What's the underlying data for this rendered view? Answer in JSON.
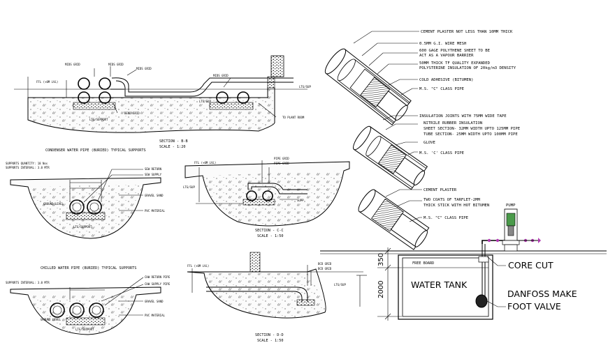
{
  "section_b": {
    "title": "SECTION - B-B",
    "scale": "SCALE - 1:20",
    "ffl": "FFL (+0M LVL)",
    "caption": "CONDENSER WATER PIPE (BURIED) TYPICAL SUPPORTS"
  },
  "condenser": {
    "support_qty": "SUPPORTS QUANTITY: 18 Nos",
    "support_interval": "SUPPORTS INTERVAL: 3.0 MTR"
  },
  "section_c": {
    "title": "SECTION - C-C",
    "scale": "SCALE - 1:50",
    "ffl": "FFL (+0M LVL)"
  },
  "chilled": {
    "caption": "CHILLED WATER PIPE (BURIED) TYPICAL SUPPORTS",
    "support_interval": "SUPPORTS INTERVAL: 3.0 MTR"
  },
  "section_d": {
    "title": "SECTION - D-D",
    "scale": "SCALE - 1:50",
    "ffl": "FFL (+0M LVL)"
  },
  "pipe_detail_1": [
    "CEMENT PLASTER NOT LESS THAN 10MM THICK",
    "0.5MM G.I. WIRE MESH",
    "600 GAGE POLYTHENE SHEET TO BE",
    "ACT AS A VAPOUR BARRIER",
    "50MM THICK TF QUALITY EXPANDED",
    "POLYSTERINE INSULATION OF 20kg/m3 DENSITY",
    "COLD ADHESIVE (BITUMEN)",
    "M.S. \"C\" CLASS PIPE"
  ],
  "pipe_detail_2": [
    "INSULATION JOINTS WITH 75MM WIDE TAPE",
    "NITRILE RUBBER INSULATION",
    "SHEET SECTION- 32MM WIDTH UPTO 125MM PIPE",
    "TUBE SECTION- 25MM WIDTH UPTO 100MM PIPE",
    "GLOVE",
    "M.S. 'C' CLASS PIPE"
  ],
  "pipe_detail_3": [
    "CEMENT PLASTER",
    "TWO COATS OF TARFLET-2MM",
    "THICK STICK WITH HOT BITUMEN",
    "M.S. \"C\" CLASS PIPE"
  ],
  "tank": {
    "pump": "PUMP",
    "free_board": "FREE BOARD",
    "water_tank": "WATER TANK",
    "core_cut": "CORE CUT",
    "danfoss": "DANFOSS MAKE",
    "foot_valve": "FOOT VALVE",
    "dim_top": "350",
    "dim_depth": "2000"
  }
}
